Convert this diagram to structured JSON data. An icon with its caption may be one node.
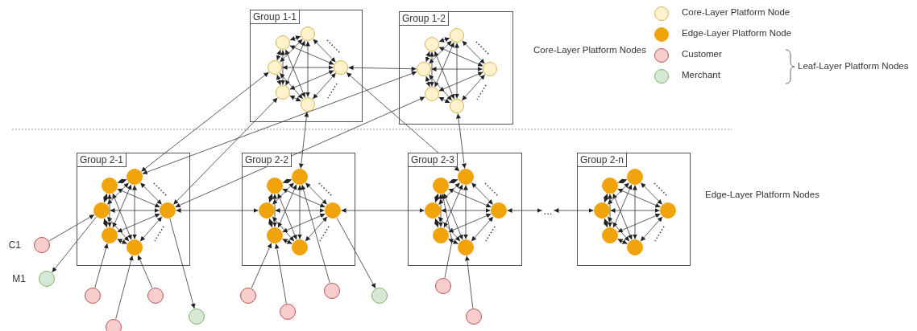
{
  "diagram": {
    "nodes": [
      {
        "text": [
          "Group 1-1"
        ]
      },
      {
        "text": [],
        "shape": "circle",
        "in": 0
      },
      {
        "text": [],
        "shape": "circle",
        "in": 0
      },
      {
        "text": [],
        "shape": "circle",
        "in": 0
      },
      {
        "text": [],
        "shape": "circle",
        "in": 0
      },
      {
        "text": [],
        "shape": "circle",
        "in": 0
      },
      {
        "text": [],
        "shape": "circle",
        "in": 0
      },
      {
        "text": [
          "Group 1-2"
        ]
      },
      {
        "text": [],
        "shape": "circle",
        "in": 7
      },
      {
        "text": [],
        "shape": "circle",
        "in": 7
      },
      {
        "text": [],
        "shape": "circle",
        "in": 7
      },
      {
        "text": [],
        "shape": "circle",
        "in": 7
      },
      {
        "text": [],
        "shape": "circle",
        "in": 7
      },
      {
        "text": [],
        "shape": "circle",
        "in": 7
      },
      {
        "text": [
          "Group 2-1"
        ]
      },
      {
        "text": [],
        "shape": "circle",
        "in": 14
      },
      {
        "text": [],
        "shape": "circle",
        "in": 14
      },
      {
        "text": [],
        "shape": "circle",
        "in": 14
      },
      {
        "text": [],
        "shape": "circle",
        "in": 14
      },
      {
        "text": [],
        "shape": "circle",
        "in": 14
      },
      {
        "text": [],
        "shape": "circle",
        "in": 14
      },
      {
        "text": [
          "Group 2-2"
        ]
      },
      {
        "text": [],
        "shape": "circle",
        "in": 21
      },
      {
        "text": [],
        "shape": "circle",
        "in": 21
      },
      {
        "text": [],
        "shape": "circle",
        "in": 21
      },
      {
        "text": [],
        "shape": "circle",
        "in": 21
      },
      {
        "text": [],
        "shape": "circle",
        "in": 21
      },
      {
        "text": [],
        "shape": "circle",
        "in": 21
      },
      {
        "text": [
          "Group 2-3"
        ]
      },
      {
        "text": [],
        "shape": "circle",
        "in": 28
      },
      {
        "text": [],
        "shape": "circle",
        "in": 28
      },
      {
        "text": [],
        "shape": "circle",
        "in": 28
      },
      {
        "text": [],
        "shape": "circle",
        "in": 28
      },
      {
        "text": [],
        "shape": "circle",
        "in": 28
      },
      {
        "text": [],
        "shape": "circle",
        "in": 28
      },
      {
        "text": [
          "Group 2-n"
        ]
      },
      {
        "text": [],
        "shape": "circle",
        "in": 35
      },
      {
        "text": [],
        "shape": "circle",
        "in": 35
      },
      {
        "text": [],
        "shape": "circle",
        "in": 35
      },
      {
        "text": [],
        "shape": "circle",
        "in": 35
      },
      {
        "text": [],
        "shape": "circle",
        "in": 35
      },
      {
        "text": [],
        "shape": "circle",
        "in": 35
      },
      {
        "text": [
          "..."
        ]
      },
      {
        "text": [],
        "shape": "circle",
        "beside": [
          "C1"
        ]
      },
      {
        "text": [],
        "shape": "circle",
        "beside": [
          "M1"
        ]
      },
      {
        "text": [],
        "shape": "circle"
      },
      {
        "text": [],
        "shape": "circle"
      },
      {
        "text": [],
        "shape": "circle"
      },
      {
        "text": [],
        "shape": "circle"
      },
      {
        "text": [],
        "shape": "circle"
      },
      {
        "text": [],
        "shape": "circle"
      },
      {
        "text": [],
        "shape": "circle"
      },
      {
        "text": [],
        "shape": "circle"
      },
      {
        "text": [],
        "shape": "circle"
      },
      {
        "text": [],
        "shape": "circle"
      }
    ],
    "edges": [
      {
        "from": 1,
        "to": 2,
        "arrow": "both"
      },
      {
        "from": 1,
        "to": 3,
        "arrow": "both"
      },
      {
        "from": 1,
        "to": 4,
        "arrow": "both"
      },
      {
        "from": 1,
        "to": 5,
        "arrow": "both"
      },
      {
        "from": 1,
        "to": 6,
        "arrow": "both"
      },
      {
        "from": 2,
        "to": 3,
        "arrow": "both"
      },
      {
        "from": 2,
        "to": 4,
        "arrow": "both"
      },
      {
        "from": 2,
        "to": 5,
        "arrow": "both"
      },
      {
        "from": 2,
        "to": 6,
        "arrow": "both"
      },
      {
        "from": 3,
        "to": 4,
        "arrow": "both"
      },
      {
        "from": 3,
        "to": 5,
        "arrow": "both"
      },
      {
        "from": 3,
        "to": 6,
        "arrow": "both"
      },
      {
        "from": 4,
        "to": 5,
        "arrow": "both"
      },
      {
        "from": 4,
        "to": 6,
        "arrow": "both"
      },
      {
        "from": 5,
        "to": 6,
        "arrow": "both"
      },
      {
        "from": 8,
        "to": 9,
        "arrow": "both"
      },
      {
        "from": 8,
        "to": 10,
        "arrow": "both"
      },
      {
        "from": 8,
        "to": 11,
        "arrow": "both"
      },
      {
        "from": 8,
        "to": 12,
        "arrow": "both"
      },
      {
        "from": 8,
        "to": 13,
        "arrow": "both"
      },
      {
        "from": 9,
        "to": 10,
        "arrow": "both"
      },
      {
        "from": 9,
        "to": 11,
        "arrow": "both"
      },
      {
        "from": 9,
        "to": 12,
        "arrow": "both"
      },
      {
        "from": 9,
        "to": 13,
        "arrow": "both"
      },
      {
        "from": 10,
        "to": 11,
        "arrow": "both"
      },
      {
        "from": 10,
        "to": 12,
        "arrow": "both"
      },
      {
        "from": 10,
        "to": 13,
        "arrow": "both"
      },
      {
        "from": 11,
        "to": 12,
        "arrow": "both"
      },
      {
        "from": 11,
        "to": 13,
        "arrow": "both"
      },
      {
        "from": 12,
        "to": 13,
        "arrow": "both"
      },
      {
        "from": 15,
        "to": 16,
        "arrow": "both"
      },
      {
        "from": 15,
        "to": 17,
        "arrow": "both"
      },
      {
        "from": 15,
        "to": 18,
        "arrow": "both"
      },
      {
        "from": 15,
        "to": 19,
        "arrow": "both"
      },
      {
        "from": 15,
        "to": 20,
        "arrow": "both"
      },
      {
        "from": 16,
        "to": 17,
        "arrow": "both"
      },
      {
        "from": 16,
        "to": 18,
        "arrow": "both"
      },
      {
        "from": 16,
        "to": 19,
        "arrow": "both"
      },
      {
        "from": 16,
        "to": 20,
        "arrow": "both"
      },
      {
        "from": 17,
        "to": 18,
        "arrow": "both"
      },
      {
        "from": 17,
        "to": 19,
        "arrow": "both"
      },
      {
        "from": 17,
        "to": 20,
        "arrow": "both"
      },
      {
        "from": 18,
        "to": 19,
        "arrow": "both"
      },
      {
        "from": 18,
        "to": 20,
        "arrow": "both"
      },
      {
        "from": 19,
        "to": 20,
        "arrow": "both"
      },
      {
        "from": 22,
        "to": 23,
        "arrow": "both"
      },
      {
        "from": 22,
        "to": 24,
        "arrow": "both"
      },
      {
        "from": 22,
        "to": 25,
        "arrow": "both"
      },
      {
        "from": 22,
        "to": 26,
        "arrow": "both"
      },
      {
        "from": 22,
        "to": 27,
        "arrow": "both"
      },
      {
        "from": 23,
        "to": 24,
        "arrow": "both"
      },
      {
        "from": 23,
        "to": 25,
        "arrow": "both"
      },
      {
        "from": 23,
        "to": 26,
        "arrow": "both"
      },
      {
        "from": 23,
        "to": 27,
        "arrow": "both"
      },
      {
        "from": 24,
        "to": 25,
        "arrow": "both"
      },
      {
        "from": 24,
        "to": 26,
        "arrow": "both"
      },
      {
        "from": 24,
        "to": 27,
        "arrow": "both"
      },
      {
        "from": 25,
        "to": 26,
        "arrow": "both"
      },
      {
        "from": 25,
        "to": 27,
        "arrow": "both"
      },
      {
        "from": 26,
        "to": 27,
        "arrow": "both"
      },
      {
        "from": 29,
        "to": 30,
        "arrow": "both"
      },
      {
        "from": 29,
        "to": 31,
        "arrow": "both"
      },
      {
        "from": 29,
        "to": 32,
        "arrow": "both"
      },
      {
        "from": 29,
        "to": 33,
        "arrow": "both"
      },
      {
        "from": 29,
        "to": 34,
        "arrow": "both"
      },
      {
        "from": 30,
        "to": 31,
        "arrow": "both"
      },
      {
        "from": 30,
        "to": 32,
        "arrow": "both"
      },
      {
        "from": 30,
        "to": 33,
        "arrow": "both"
      },
      {
        "from": 30,
        "to": 34,
        "arrow": "both"
      },
      {
        "from": 31,
        "to": 32,
        "arrow": "both"
      },
      {
        "from": 31,
        "to": 33,
        "arrow": "both"
      },
      {
        "from": 31,
        "to": 34,
        "arrow": "both"
      },
      {
        "from": 32,
        "to": 33,
        "arrow": "both"
      },
      {
        "from": 32,
        "to": 34,
        "arrow": "both"
      },
      {
        "from": 33,
        "to": 34,
        "arrow": "both"
      },
      {
        "from": 36,
        "to": 37,
        "arrow": "both"
      },
      {
        "from": 36,
        "to": 38,
        "arrow": "both"
      },
      {
        "from": 36,
        "to": 39,
        "arrow": "both"
      },
      {
        "from": 36,
        "to": 40,
        "arrow": "both"
      },
      {
        "from": 36,
        "to": 41,
        "arrow": "both"
      },
      {
        "from": 37,
        "to": 38,
        "arrow": "both"
      },
      {
        "from": 37,
        "to": 39,
        "arrow": "both"
      },
      {
        "from": 37,
        "to": 40,
        "arrow": "both"
      },
      {
        "from": 37,
        "to": 41,
        "arrow": "both"
      },
      {
        "from": 38,
        "to": 39,
        "arrow": "both"
      },
      {
        "from": 38,
        "to": 40,
        "arrow": "both"
      },
      {
        "from": 38,
        "to": 41,
        "arrow": "both"
      },
      {
        "from": 39,
        "to": 40,
        "arrow": "both"
      },
      {
        "from": 39,
        "to": 41,
        "arrow": "both"
      },
      {
        "from": 40,
        "to": 41,
        "arrow": "both"
      },
      {
        "from": 6,
        "to": 10,
        "arrow": "both"
      },
      {
        "from": 3,
        "to": 16,
        "arrow": "both"
      },
      {
        "from": 10,
        "to": 16,
        "arrow": "both"
      },
      {
        "from": 4,
        "to": 20,
        "arrow": "both"
      },
      {
        "from": 11,
        "to": 20,
        "arrow": "both"
      },
      {
        "from": 5,
        "to": 23,
        "arrow": "both"
      },
      {
        "from": 6,
        "to": 30,
        "arrow": "both"
      },
      {
        "from": 12,
        "to": 30,
        "arrow": "both"
      },
      {
        "from": 20,
        "to": 24,
        "arrow": "both"
      },
      {
        "from": 27,
        "to": 31,
        "arrow": "both"
      },
      {
        "from": 34,
        "to": 42,
        "arrow": "both"
      },
      {
        "from": 42,
        "to": 38,
        "arrow": "both"
      },
      {
        "from": 43,
        "to": 17,
        "arrow": "to"
      },
      {
        "from": 17,
        "to": 44,
        "arrow": "to"
      },
      {
        "from": 45,
        "to": 18,
        "arrow": "to"
      },
      {
        "from": 47,
        "to": 19,
        "arrow": "to"
      },
      {
        "from": 46,
        "to": 19,
        "arrow": "to"
      },
      {
        "from": 20,
        "to": 48,
        "arrow": "to"
      },
      {
        "from": 49,
        "to": 25,
        "arrow": "to"
      },
      {
        "from": 50,
        "to": 25,
        "arrow": "to"
      },
      {
        "from": 51,
        "to": 23,
        "arrow": "to"
      },
      {
        "from": 27,
        "to": 52,
        "arrow": "to"
      },
      {
        "from": 53,
        "to": 29,
        "arrow": "to"
      },
      {
        "from": 54,
        "to": 33,
        "arrow": "to"
      }
    ],
    "labels": [
      "Core-Layer Platform Nodes",
      "Leaf-Layer Platform Nodes",
      "Edge-Layer Platform Nodes"
    ],
    "legend": [
      {
        "text": "Core-Layer Platform Node",
        "color": "#fff2cc"
      },
      {
        "text": "Edge-Layer Platform Node",
        "color": "#f0a30a"
      },
      {
        "text": "Customer",
        "color": "#f8cecc"
      },
      {
        "text": "Merchant",
        "color": "#d5e8d4"
      }
    ]
  }
}
